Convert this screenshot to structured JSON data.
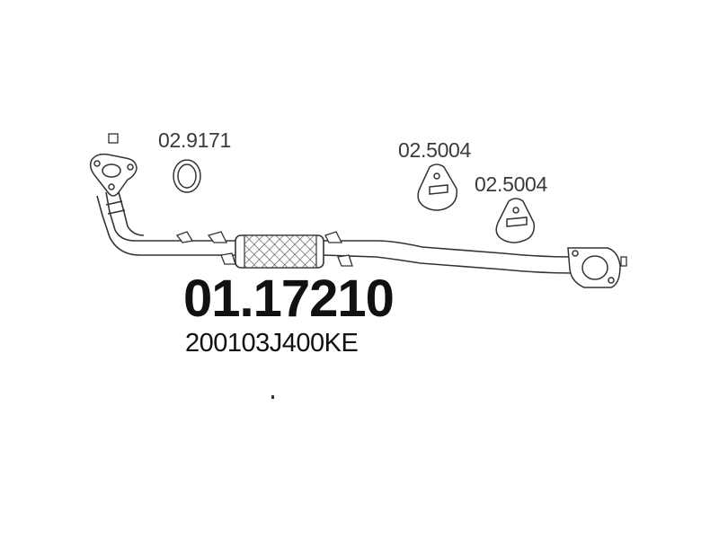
{
  "part_labels": {
    "gasket": "02.9171",
    "hanger_1": "02.5004",
    "hanger_2": "02.5004"
  },
  "main_part_number": "01.17210",
  "oe_number": "200103J400KE"
}
